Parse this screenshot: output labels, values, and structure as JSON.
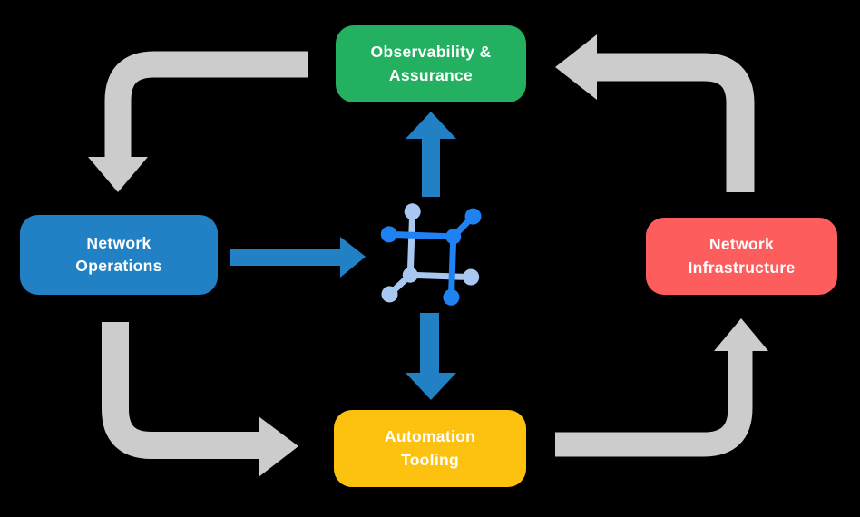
{
  "diagram": {
    "background_color": "#000000",
    "boxes": [
      {
        "id": "observability-assurance",
        "label": "Observability &\nAssurance",
        "color": "#23b161"
      },
      {
        "id": "network-operations",
        "label": "Network\nOperations",
        "color": "#2181c4"
      },
      {
        "id": "network-infrastructure",
        "label": "Network\nInfrastructure",
        "color": "#fd5d5d"
      },
      {
        "id": "automation-tooling",
        "label": "Automation\nTooling",
        "color": "#fdc110"
      }
    ],
    "center_icon": {
      "name": "network-mesh-icon",
      "primary_color": "#1f82f2",
      "secondary_color": "#a8c8f2"
    },
    "arrows": {
      "gray_color": "#cccccc",
      "blue_color": "#2181c4",
      "flows": [
        {
          "from": "observability-assurance",
          "to": "network-operations",
          "style": "gray"
        },
        {
          "from": "network-operations",
          "to": "automation-tooling",
          "style": "gray"
        },
        {
          "from": "automation-tooling",
          "to": "network-infrastructure",
          "style": "gray"
        },
        {
          "from": "network-infrastructure",
          "to": "observability-assurance",
          "style": "gray"
        },
        {
          "from": "network-operations",
          "to": "center-icon",
          "style": "blue"
        },
        {
          "from": "center-icon",
          "to": "observability-assurance",
          "style": "blue"
        },
        {
          "from": "center-icon",
          "to": "automation-tooling",
          "style": "blue"
        }
      ]
    }
  }
}
